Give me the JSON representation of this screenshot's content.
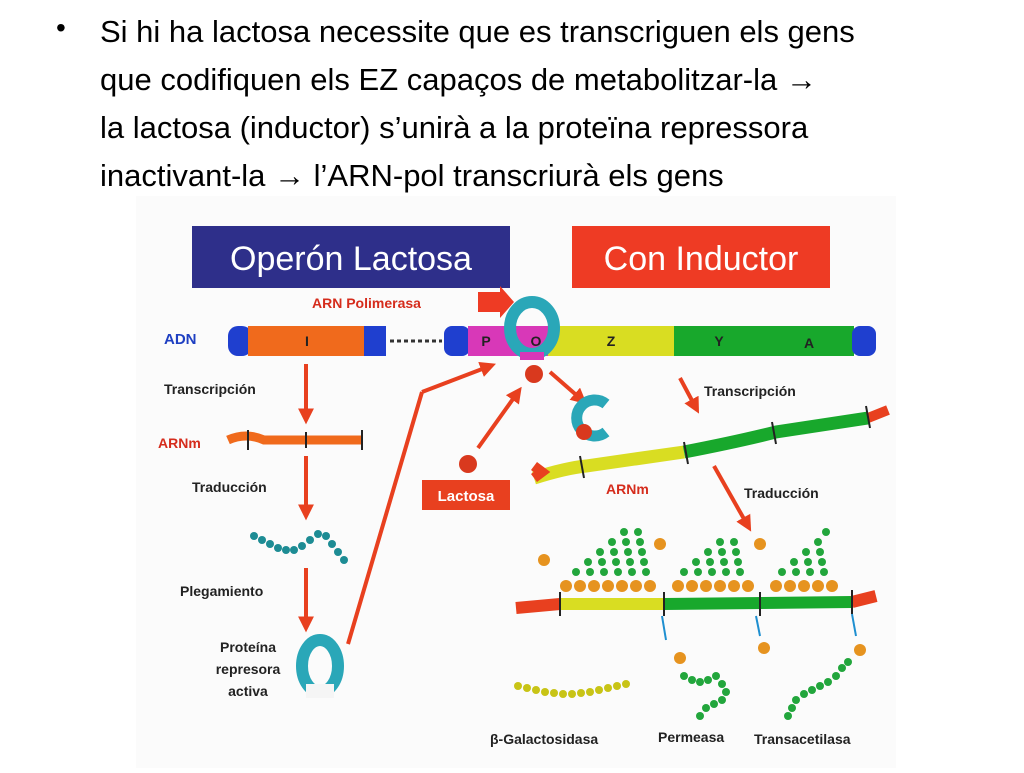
{
  "bullet": {
    "symbol": "•",
    "lines": [
      "Si hi ha lactosa necessite que es transcriguen els gens",
      "que codifiquen els EZ capaços de metabolitzar-la →",
      "la lactosa (inductor) s’unirà a la proteïna repressora",
      "inactivant-la → l’ARN-pol transcriurà els gens"
    ]
  },
  "diagram": {
    "title_left": "Operón Lactosa",
    "title_right": "Con Inductor",
    "rna_polymerase": "ARN Polimerasa",
    "dna": "ADN",
    "genes": {
      "i": "I",
      "p": "P",
      "o": "O",
      "z": "Z",
      "y": "Y",
      "a": "A"
    },
    "left_transcription": "Transcripción",
    "left_mrna": "ARNm",
    "left_translation": "Traducción",
    "folding": "Plegamiento",
    "repressor": [
      "Proteína",
      "represora",
      "activa"
    ],
    "lactose": "Lactosa",
    "right_transcription": "Transcripción",
    "right_mrna": "ARNm",
    "right_translation": "Traducción",
    "enzymes": {
      "galactosidase": "β-Galactosidasa",
      "permease": "Permeasa",
      "transacetylase": "Transacetilasa"
    },
    "colors": {
      "title_left_bg": "#2e2f8a",
      "title_right_bg": "#ee3b24",
      "gene_i": "#f06a1c",
      "gene_po": "#d838b8",
      "gene_z": "#d9dd22",
      "gene_ya": "#18a82c",
      "dna_cap": "#1f3fcf",
      "arrow": "#e8401f",
      "label_blue": "#1e3fc2",
      "label_red": "#d52c1c",
      "repressor": "#2aa7b8",
      "lactose_dot": "#d9391e",
      "bead_green": "#22a63c",
      "bead_teal": "#1d8c94",
      "bead_yellow": "#c8c416",
      "bead_orange": "#e6931f"
    }
  }
}
